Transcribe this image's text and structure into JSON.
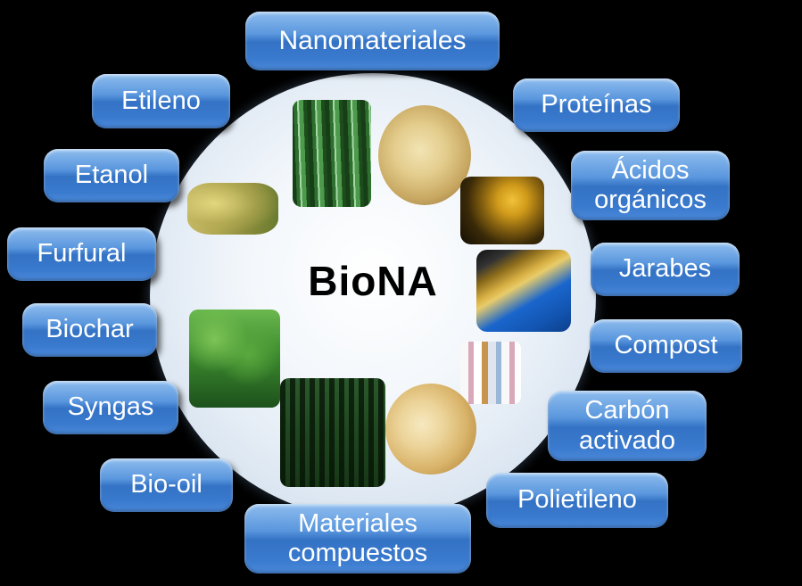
{
  "background_color": "#000000",
  "center": {
    "title": "BioNA"
  },
  "circle": {
    "fill": "#e9f0f8"
  },
  "button_style": {
    "gradient_top": "#8fbdee",
    "gradient_bottom": "#3372c4",
    "text_color": "#ffffff"
  },
  "labels": {
    "nanomateriales": "Nanomateriales",
    "etileno": "Etileno",
    "proteinas": "Proteínas",
    "etanol": "Etanol",
    "acidos_organicos": "Ácidos orgánicos",
    "furfural": "Furfural",
    "jarabes": "Jarabes",
    "biochar": "Biochar",
    "compost": "Compost",
    "syngas": "Syngas",
    "carbon_activado": "Carbón activado",
    "bio_oil": "Bio-oil",
    "polietileno": "Polietileno",
    "materiales_compuestos": "Materiales compuestos"
  },
  "images": [
    {
      "name": "wheat-field-photo"
    },
    {
      "name": "sugarcane-photo"
    },
    {
      "name": "straw-pile-photo"
    },
    {
      "name": "oil-spoon-photo"
    },
    {
      "name": "fuel-nozzle-photo"
    },
    {
      "name": "cosmetic-bottles-photo"
    },
    {
      "name": "wood-shavings-photo"
    },
    {
      "name": "pine-forest-photo"
    },
    {
      "name": "green-trees-photo"
    }
  ]
}
